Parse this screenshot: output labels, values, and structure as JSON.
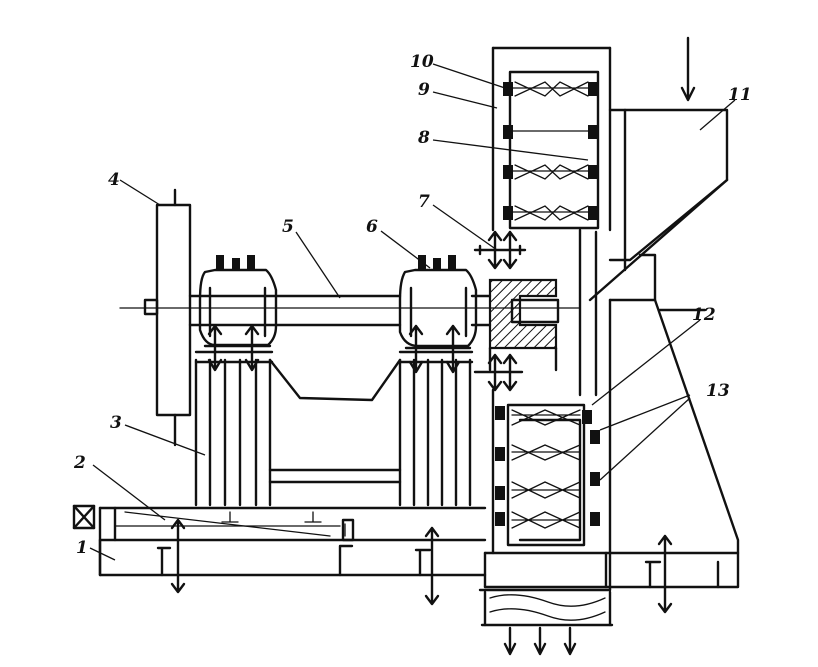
{
  "diagram": {
    "callouts": [
      {
        "id": "c1",
        "label": "1"
      },
      {
        "id": "c2",
        "label": "2"
      },
      {
        "id": "c3",
        "label": "3"
      },
      {
        "id": "c4",
        "label": "4"
      },
      {
        "id": "c5",
        "label": "5"
      },
      {
        "id": "c6",
        "label": "6"
      },
      {
        "id": "c7",
        "label": "7"
      },
      {
        "id": "c8",
        "label": "8"
      },
      {
        "id": "c9",
        "label": "9"
      },
      {
        "id": "c10",
        "label": "10"
      },
      {
        "id": "c11",
        "label": "11"
      },
      {
        "id": "c12",
        "label": "12"
      },
      {
        "id": "c13",
        "label": "13"
      }
    ]
  },
  "colors": {
    "ink": "#111111",
    "paper": "#ffffff"
  }
}
